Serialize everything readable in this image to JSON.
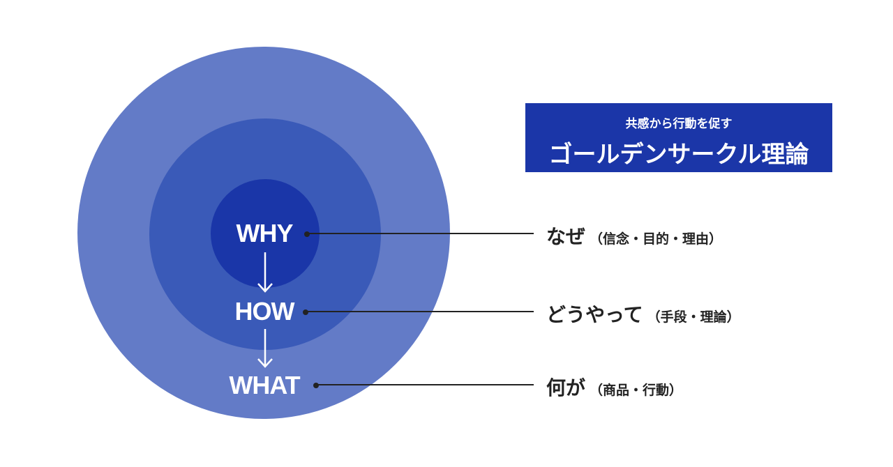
{
  "colors": {
    "outer": "#637bc7",
    "middle": "#3a5ab8",
    "inner": "#1a36a8",
    "box": "#1b36a8",
    "line": "#222222"
  },
  "title": {
    "subtitle": "共感から行動を促す",
    "main": "ゴールデンサークル理論"
  },
  "levels": [
    {
      "keyword": "WHY",
      "label": "なぜ",
      "detail": "（信念・目的・理由）"
    },
    {
      "keyword": "HOW",
      "label": "どうやって",
      "detail": "（手段・理論）"
    },
    {
      "keyword": "WHAT",
      "label": "何が",
      "detail": "（商品・行動）"
    }
  ]
}
